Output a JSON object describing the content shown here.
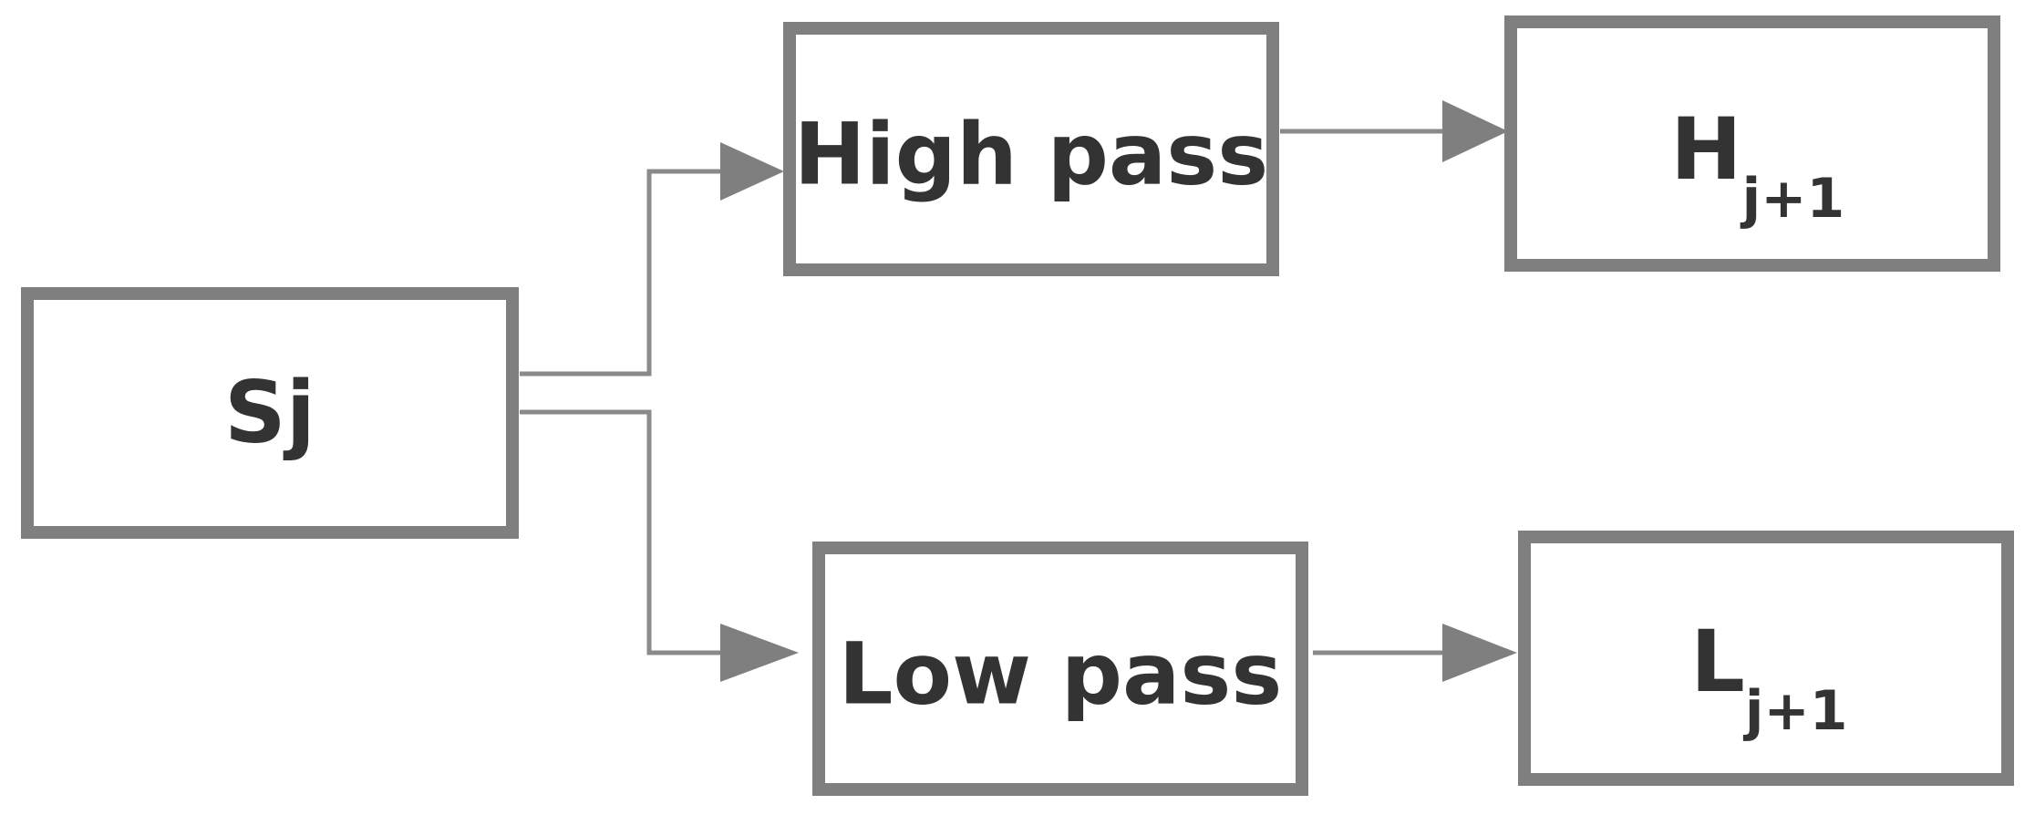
{
  "nodes": {
    "input": {
      "label": "Sj"
    },
    "high_pass": {
      "label": "High pass"
    },
    "low_pass": {
      "label": "Low pass"
    },
    "high_output": {
      "base": "H",
      "subscript": "j+1"
    },
    "low_output": {
      "base": "L",
      "subscript": "j+1"
    }
  },
  "colors": {
    "box_border": "#7f7f7f",
    "connector": "#8a8a8a",
    "text": "#333333",
    "background": "#ffffff"
  }
}
